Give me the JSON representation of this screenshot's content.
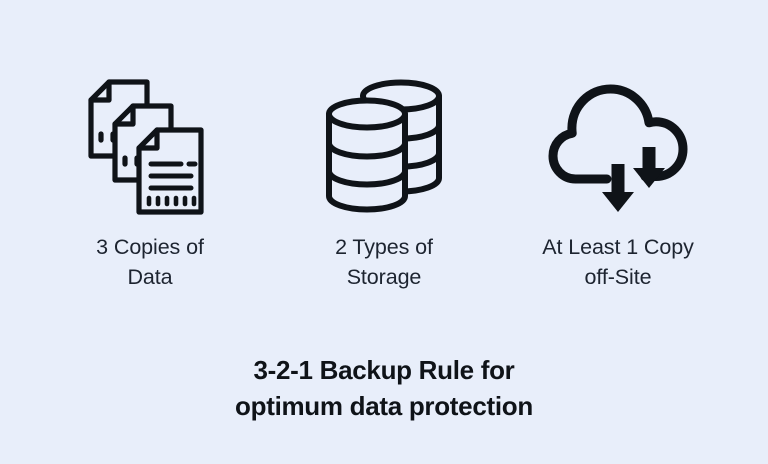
{
  "theme": {
    "background": "#e8eefa",
    "icon_stroke": "#0f1318",
    "caption_color": "#1d2430",
    "headline_color": "#0f1318"
  },
  "columns": [
    {
      "icon": "documents-stack-icon",
      "caption_line1": "3 Copies of",
      "caption_line2": "Data"
    },
    {
      "icon": "database-stack-icon",
      "caption_line1": "2 Types of",
      "caption_line2": "Storage"
    },
    {
      "icon": "cloud-download-icon",
      "caption_line1": "At Least 1 Copy",
      "caption_line2": "off-Site"
    }
  ],
  "headline": {
    "line1": "3-2-1 Backup Rule for",
    "line2": "optimum data protection"
  }
}
